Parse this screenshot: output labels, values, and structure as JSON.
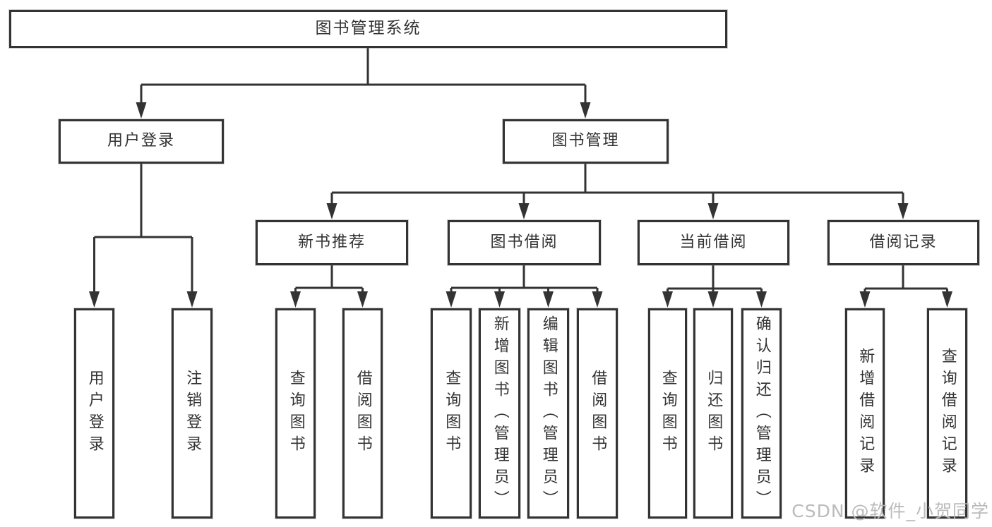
{
  "tree": {
    "label": "图书管理系统",
    "children": [
      {
        "label": "用户登录",
        "children": [
          {
            "label": "用户登录"
          },
          {
            "label": "注销登录"
          }
        ]
      },
      {
        "label": "图书管理",
        "children": [
          {
            "label": "新书推荐",
            "children": [
              {
                "label": "查询图书"
              },
              {
                "label": "借阅图书"
              }
            ]
          },
          {
            "label": "图书借阅",
            "children": [
              {
                "label": "查询图书"
              },
              {
                "label": "新增图书（管理员）"
              },
              {
                "label": "编辑图书（管理员）"
              },
              {
                "label": "借阅图书"
              }
            ]
          },
          {
            "label": "当前借阅",
            "children": [
              {
                "label": "查询图书"
              },
              {
                "label": "归还图书"
              },
              {
                "label": "确认归还（管理员）"
              }
            ]
          },
          {
            "label": "借阅记录",
            "children": [
              {
                "label": "新增借阅记录"
              },
              {
                "label": "查询借阅记录"
              }
            ]
          }
        ]
      }
    ]
  },
  "colors": {
    "line": "#333333",
    "box_background": "#ffffff",
    "text": "#333333",
    "watermark": "#b7b7b7"
  },
  "watermark": {
    "text": "CSDN @软件_小贺同学"
  }
}
